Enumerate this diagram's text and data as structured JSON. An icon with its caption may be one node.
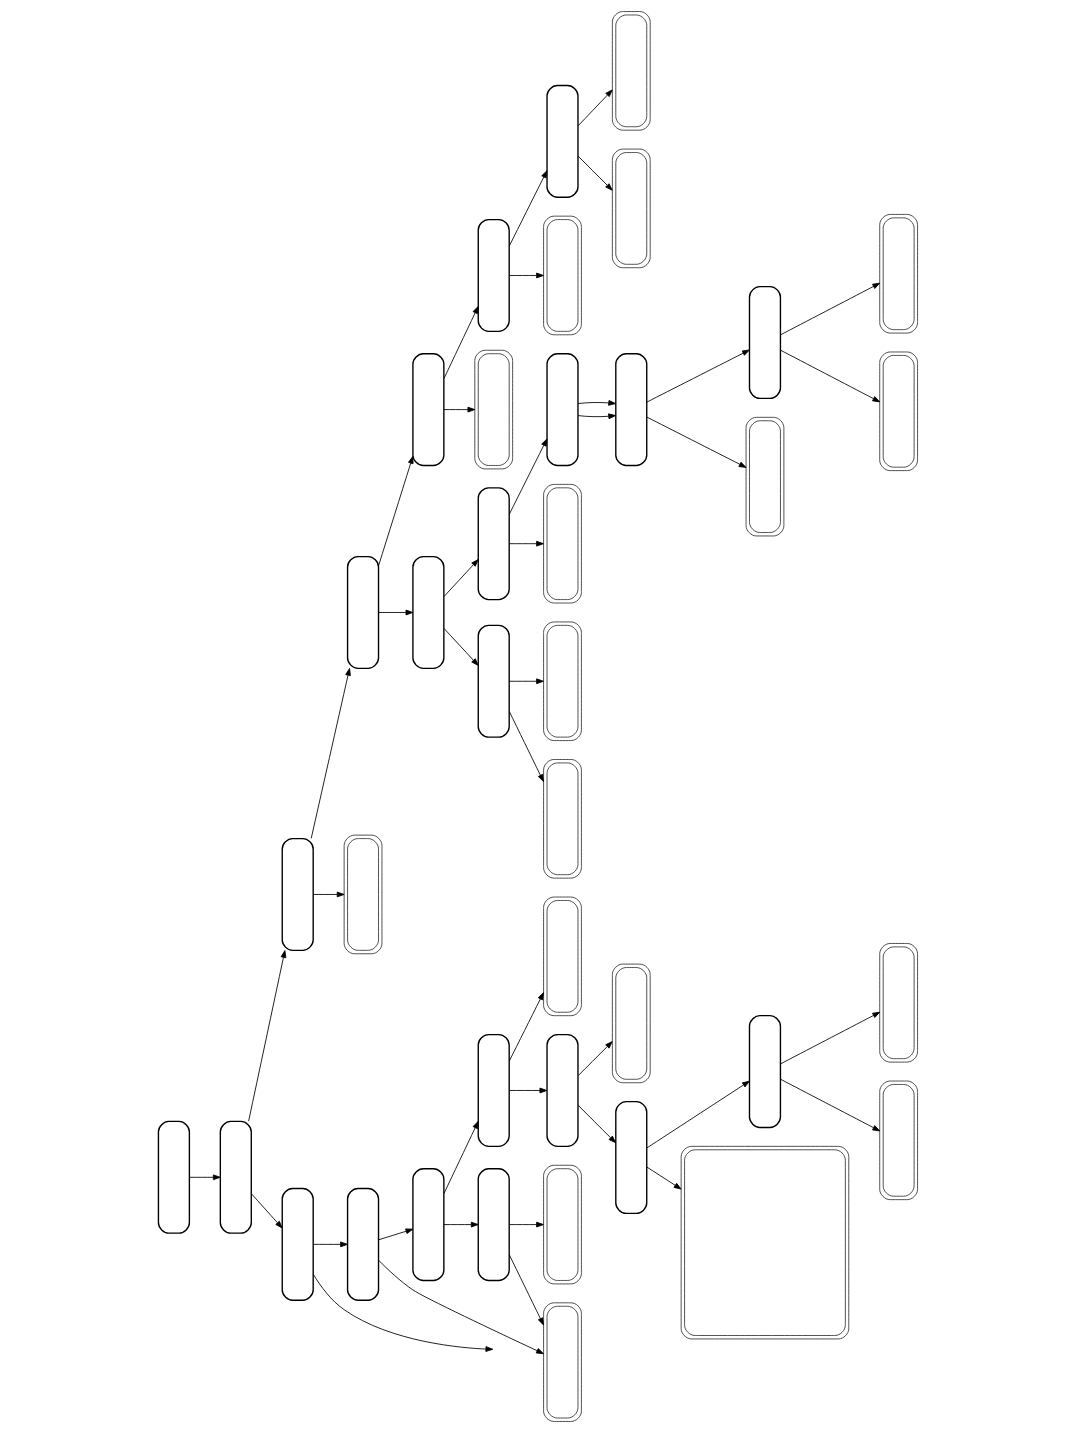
{
  "diagram": {
    "nodes": [
      {
        "text": [],
        "shape": "box"
      },
      {
        "text": [],
        "shape": "box"
      },
      {
        "text": [],
        "shape": "box"
      },
      {
        "text": [],
        "shape": "box"
      },
      {
        "text": [],
        "shape": "box"
      },
      {
        "text": [],
        "shape": "box"
      },
      {
        "text": [],
        "shape": "box"
      },
      {
        "text": [],
        "shape": "box"
      },
      {
        "text": [],
        "shape": "box"
      },
      {
        "text": [],
        "shape": "box"
      },
      {
        "text": [],
        "shape": "box"
      },
      {
        "text": [],
        "shape": "box"
      },
      {
        "text": [],
        "shape": "box"
      },
      {
        "text": [],
        "shape": "box"
      },
      {
        "text": [],
        "shape": "box"
      },
      {
        "text": [],
        "shape": "box"
      },
      {
        "text": [],
        "shape": "box"
      },
      {
        "text": [],
        "shape": "box"
      },
      {
        "text": [],
        "shape": "box"
      },
      {
        "text": [],
        "shape": "box"
      },
      {
        "text": [],
        "shape": "box"
      },
      {
        "text": [],
        "shape": "box"
      },
      {
        "text": [],
        "shape": "box"
      },
      {
        "text": [],
        "shape": "box"
      },
      {
        "text": [],
        "shape": "box"
      },
      {
        "text": [],
        "shape": "box"
      },
      {
        "text": [],
        "shape": "box"
      },
      {
        "text": [],
        "shape": "box"
      },
      {
        "text": [],
        "shape": "box"
      },
      {
        "text": [],
        "shape": "box"
      },
      {
        "text": [],
        "shape": "box"
      },
      {
        "text": [],
        "shape": "box"
      },
      {
        "text": [],
        "shape": "box"
      },
      {
        "text": [],
        "shape": "box"
      },
      {
        "text": [],
        "shape": "box"
      },
      {
        "text": [],
        "shape": "box"
      },
      {
        "text": [],
        "shape": "box"
      },
      {
        "text": [],
        "shape": "box"
      },
      {
        "text": [],
        "shape": "box"
      }
    ],
    "edges": [
      {
        "from": 0,
        "to": 1,
        "arrow": "to"
      },
      {
        "from": 1,
        "to": 2,
        "arrow": "to"
      },
      {
        "from": 1,
        "to": 13,
        "arrow": "to"
      },
      {
        "from": 13,
        "to": null,
        "arrow": "to"
      },
      {
        "from": 2,
        "to": 3,
        "arrow": "to"
      },
      {
        "from": 2,
        "to": 33,
        "arrow": "to"
      },
      {
        "from": 3,
        "to": 4,
        "arrow": "to"
      },
      {
        "from": 3,
        "to": 10,
        "arrow": "to"
      },
      {
        "from": 4,
        "to": 5,
        "arrow": "to"
      },
      {
        "from": 4,
        "to": 9,
        "arrow": "to"
      },
      {
        "from": 5,
        "to": 6,
        "arrow": "to"
      },
      {
        "from": 5,
        "to": 24,
        "arrow": "to"
      },
      {
        "from": 6,
        "to": 7,
        "arrow": "to"
      },
      {
        "from": 6,
        "to": 7,
        "arrow": "to"
      },
      {
        "from": 7,
        "to": 8,
        "arrow": "to"
      },
      {
        "from": 7,
        "to": 21,
        "arrow": "to"
      },
      {
        "from": 8,
        "to": 22,
        "arrow": "to"
      },
      {
        "from": 8,
        "to": 23,
        "arrow": "to"
      },
      {
        "from": 9,
        "to": 25,
        "arrow": "to"
      },
      {
        "from": 9,
        "to": 26,
        "arrow": "to"
      },
      {
        "from": 10,
        "to": 11,
        "arrow": "to"
      },
      {
        "from": 10,
        "to": 32,
        "arrow": "to"
      },
      {
        "from": 11,
        "to": 12,
        "arrow": "to"
      },
      {
        "from": 11,
        "to": 31,
        "arrow": "to"
      },
      {
        "from": 12,
        "to": 27,
        "arrow": "to"
      },
      {
        "from": 12,
        "to": 28,
        "arrow": "to"
      },
      {
        "from": 13,
        "to": 14,
        "arrow": "to"
      },
      {
        "from": 14,
        "to": 30,
        "arrow": "to"
      },
      {
        "from": 14,
        "to": 15,
        "arrow": "to"
      },
      {
        "from": 15,
        "to": 16,
        "arrow": "to"
      },
      {
        "from": 15,
        "to": 17,
        "arrow": "to"
      },
      {
        "from": 16,
        "to": 29,
        "arrow": "to"
      },
      {
        "from": 16,
        "to": 30,
        "arrow": "to"
      },
      {
        "from": 17,
        "to": 18,
        "arrow": "to"
      },
      {
        "from": 17,
        "to": 36,
        "arrow": "to"
      },
      {
        "from": 18,
        "to": 34,
        "arrow": "to"
      },
      {
        "from": 18,
        "to": 19,
        "arrow": "to"
      },
      {
        "from": 19,
        "to": 35,
        "arrow": "to"
      },
      {
        "from": 19,
        "to": 20,
        "arrow": "to"
      },
      {
        "from": 20,
        "to": 37,
        "arrow": "to"
      },
      {
        "from": 20,
        "to": 38,
        "arrow": "to"
      }
    ]
  }
}
